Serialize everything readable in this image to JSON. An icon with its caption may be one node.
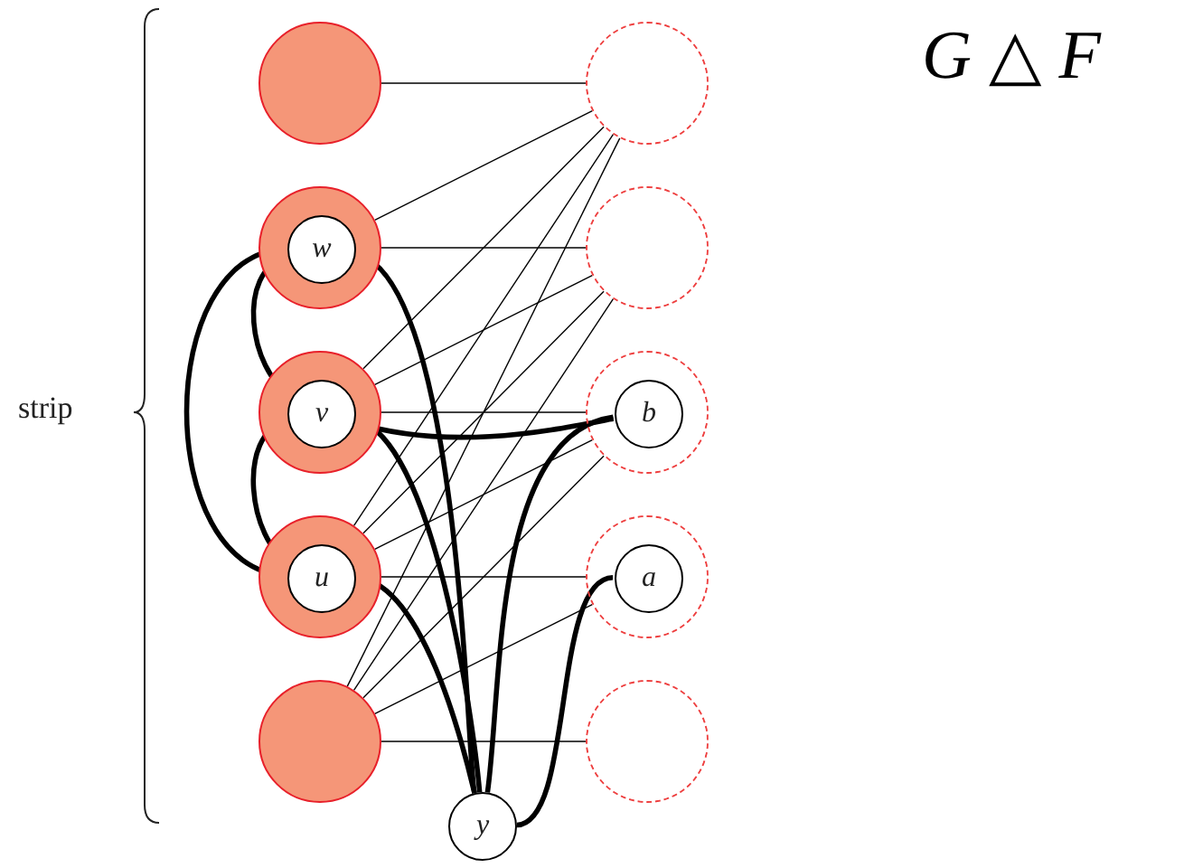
{
  "diagram": {
    "title": "*G* △ *F*",
    "nodes": [
      {
        "text": [],
        "shape": "circle"
      },
      {
        "text": [],
        "shape": "circle"
      },
      {
        "text": [],
        "shape": "circle"
      },
      {
        "text": [
          "w"
        ],
        "in": 2
      },
      {
        "text": [],
        "shape": "circle"
      },
      {
        "text": [],
        "shape": "circle"
      },
      {
        "text": [
          "v"
        ],
        "in": 5
      },
      {
        "text": [],
        "shape": "circle"
      },
      {
        "text": [
          "b"
        ],
        "in": 7
      },
      {
        "text": [],
        "shape": "circle"
      },
      {
        "text": [
          "u"
        ],
        "in": 9
      },
      {
        "text": [],
        "shape": "circle"
      },
      {
        "text": [
          "a"
        ],
        "in": 11
      },
      {
        "text": [],
        "shape": "circle"
      },
      {
        "text": [],
        "shape": "circle"
      },
      {
        "text": [
          "y"
        ]
      }
    ],
    "edges": [
      {
        "from": 0,
        "to": 1,
        "arrow": "none"
      },
      {
        "from": 2,
        "to": 1,
        "arrow": "none"
      },
      {
        "from": 2,
        "to": 4,
        "arrow": "none"
      },
      {
        "from": 5,
        "to": 1,
        "arrow": "none"
      },
      {
        "from": 5,
        "to": 4,
        "arrow": "none"
      },
      {
        "from": 5,
        "to": 7,
        "arrow": "none"
      },
      {
        "from": 9,
        "to": 1,
        "arrow": "none"
      },
      {
        "from": 9,
        "to": 4,
        "arrow": "none"
      },
      {
        "from": 9,
        "to": 7,
        "arrow": "none"
      },
      {
        "from": 9,
        "to": 11,
        "arrow": "none"
      },
      {
        "from": 13,
        "to": 1,
        "arrow": "none"
      },
      {
        "from": 13,
        "to": 4,
        "arrow": "none"
      },
      {
        "from": 13,
        "to": 7,
        "arrow": "none"
      },
      {
        "from": 13,
        "to": 11,
        "arrow": "none"
      },
      {
        "from": 13,
        "to": 14,
        "arrow": "none"
      },
      {
        "from": 3,
        "to": 6,
        "arrow": "none",
        "style": "thick"
      },
      {
        "from": 3,
        "to": 10,
        "arrow": "none",
        "style": "thick"
      },
      {
        "from": 6,
        "to": 10,
        "arrow": "none",
        "style": "thick"
      },
      {
        "from": 3,
        "to": 15,
        "arrow": "none",
        "style": "thick"
      },
      {
        "from": 6,
        "to": 15,
        "arrow": "none",
        "style": "thick"
      },
      {
        "from": 10,
        "to": 15,
        "arrow": "none",
        "style": "thick"
      },
      {
        "from": 6,
        "to": 8,
        "arrow": "none",
        "style": "thick"
      },
      {
        "from": 15,
        "to": 8,
        "arrow": "none",
        "style": "thick"
      },
      {
        "from": 15,
        "to": 12,
        "arrow": "none",
        "style": "thick"
      }
    ],
    "labels": [
      "strip"
    ]
  }
}
